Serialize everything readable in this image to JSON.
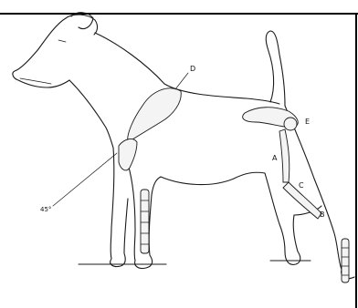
{
  "labels": {
    "a": "A",
    "b": "B",
    "c": "C",
    "d": "D",
    "e": "E",
    "angle": "45°"
  }
}
